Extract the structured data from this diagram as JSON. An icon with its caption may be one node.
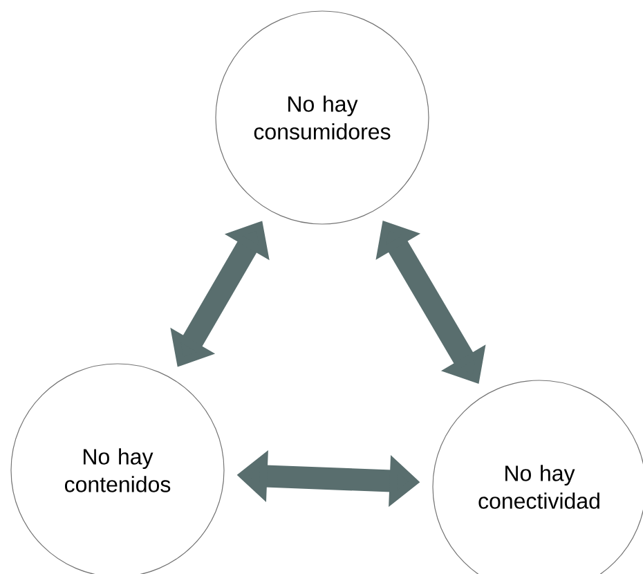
{
  "diagram": {
    "nodes": [
      {
        "text": [
          "No hay consumidores"
        ]
      },
      {
        "text": [
          "No hay contenidos"
        ]
      },
      {
        "text": [
          "No hay conectividad"
        ]
      }
    ],
    "edges": [
      {
        "from": 0,
        "to": 1,
        "arrow": "both"
      },
      {
        "from": 0,
        "to": 2,
        "arrow": "both"
      },
      {
        "from": 1,
        "to": 2,
        "arrow": "both"
      }
    ]
  }
}
